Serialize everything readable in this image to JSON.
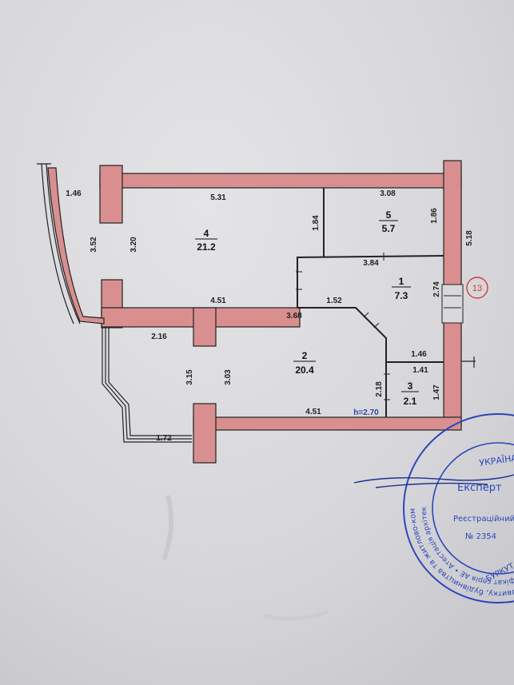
{
  "plan": {
    "colors": {
      "wall": "#d98f8f",
      "wall_stroke": "#222222",
      "paper": "#d9d9dc",
      "stamp": "#2a46b8",
      "marker": "#d43a3a"
    },
    "rooms": [
      {
        "number": "4",
        "area": "21.2"
      },
      {
        "number": "5",
        "area": "5.7"
      },
      {
        "number": "1",
        "area": "7.3"
      },
      {
        "number": "2",
        "area": "20.4"
      },
      {
        "number": "3",
        "area": "2.1"
      }
    ],
    "dimensions": [
      "1.46",
      "5.31",
      "3.08",
      "3.52",
      "3.20",
      "1.84",
      "1.86",
      "5.18",
      "3.84",
      "4.51",
      "1.52",
      "2.74",
      "3.68",
      "2.16",
      "1.46",
      "3.15",
      "3.03",
      "1.41",
      "2.18",
      "1.47",
      "4.51",
      "1.72"
    ],
    "height_label": "h=2.70",
    "unit_marker": "13"
  },
  "stamp": {
    "ring_text": "Міністерство регіонального розвитку, будівництва та житлово-комунального господарства України • Міністерство",
    "ring_text_inner": "Кваліфікаційний сертифікат серія АЕ • Атестація архітектурно-буді",
    "country": "УКРАЇНА",
    "role": "Експерт",
    "reg_label": "Реєстраційний",
    "reg_number": "№ 2354",
    "name": "БУРКУТ ОЛЕКСІЙ ВІКТОРОВИЧ"
  }
}
